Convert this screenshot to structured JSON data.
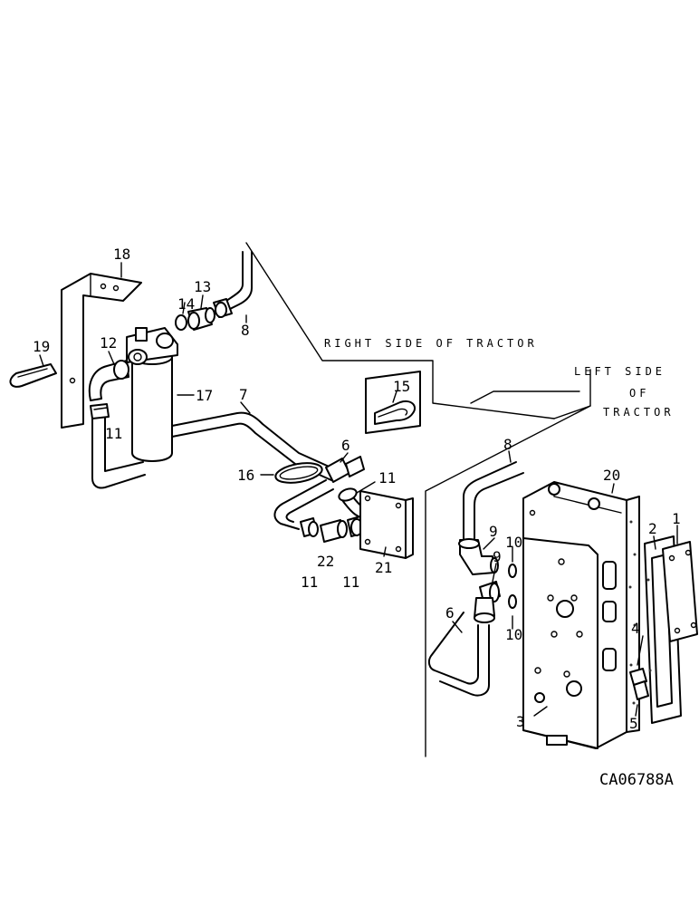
{
  "labels": {
    "right_side": "RIGHT SIDE OF TRACTOR",
    "left_side_1": "LEFT SIDE",
    "left_side_2": "OF",
    "left_side_3": "TRACTOR",
    "reference": "CA06788A"
  },
  "callouts": {
    "p1": "1",
    "p2": "2",
    "p3": "3",
    "p4": "4",
    "p5": "5",
    "p6a": "6",
    "p6b": "6",
    "p7": "7",
    "p8a": "8",
    "p8b": "8",
    "p9a": "9",
    "p9b": "9",
    "p10a": "10",
    "p10b": "10",
    "p11a": "11",
    "p11b": "11",
    "p11c": "11",
    "p11d": "11",
    "p12": "12",
    "p13": "13",
    "p14": "14",
    "p15": "15",
    "p16": "16",
    "p17": "17",
    "p18": "18",
    "p19": "19",
    "p20": "20",
    "p21": "21",
    "p22": "22"
  }
}
